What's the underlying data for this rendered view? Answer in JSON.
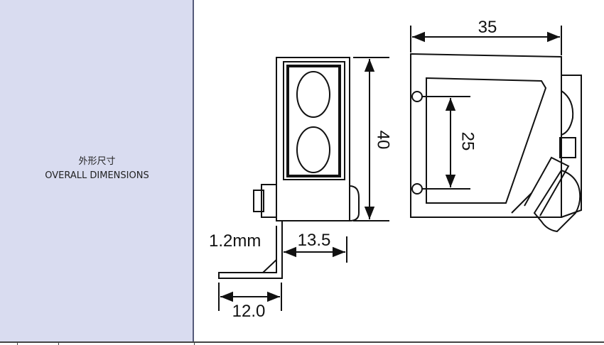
{
  "label": {
    "cn": "外形尺寸",
    "en": "OVERALL DIMENSIONS"
  },
  "dimensions": {
    "width_top": "35",
    "height_front": "40",
    "hole_spacing": "25",
    "thickness": "1.2mm",
    "depth": "13.5",
    "bracket": "12.0"
  },
  "colors": {
    "label_bg": "#d9dcf0",
    "line": "#111111"
  }
}
